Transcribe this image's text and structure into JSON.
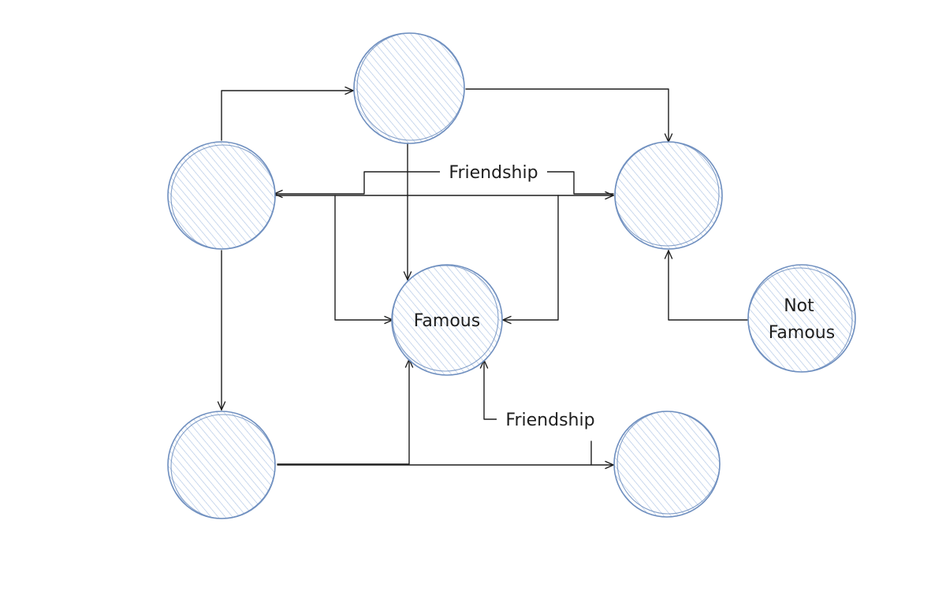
{
  "diagram": {
    "nodes": [
      {
        "id": "top",
        "label": ""
      },
      {
        "id": "left",
        "label": ""
      },
      {
        "id": "right",
        "label": ""
      },
      {
        "id": "famous",
        "label": "Famous"
      },
      {
        "id": "not-famous",
        "label": "Not\nFamous"
      },
      {
        "id": "bottom-left",
        "label": ""
      },
      {
        "id": "bottom-right",
        "label": ""
      }
    ],
    "edges": [
      {
        "id": "left-to-top",
        "from": "left",
        "to": "top",
        "label": ""
      },
      {
        "id": "top-to-right",
        "from": "top",
        "to": "right",
        "label": ""
      },
      {
        "id": "top-to-famous",
        "from": "top",
        "to": "famous",
        "label": ""
      },
      {
        "id": "left-right-friendship",
        "from": "left",
        "to": "right",
        "label": "Friendship"
      },
      {
        "id": "left-to-famous",
        "from": "left",
        "to": "famous",
        "label": ""
      },
      {
        "id": "right-to-famous",
        "from": "right",
        "to": "famous",
        "label": ""
      },
      {
        "id": "notfamous-to-right",
        "from": "not-famous",
        "to": "right",
        "label": ""
      },
      {
        "id": "left-to-bottomleft",
        "from": "left",
        "to": "bottom-left",
        "label": ""
      },
      {
        "id": "bottomleft-to-famous",
        "from": "bottom-left",
        "to": "famous",
        "label": ""
      },
      {
        "id": "bottomleft-to-bottomright",
        "from": "bottom-left",
        "to": "bottom-right",
        "label": ""
      },
      {
        "id": "bottomright-famous-friendship",
        "from": "bottom-right",
        "to": "famous",
        "label": "Friendship"
      }
    ],
    "colors": {
      "node_stroke": "#6f8fbf",
      "node_hatch": "#a9c1e3",
      "edge": "#1e1e1e"
    }
  }
}
